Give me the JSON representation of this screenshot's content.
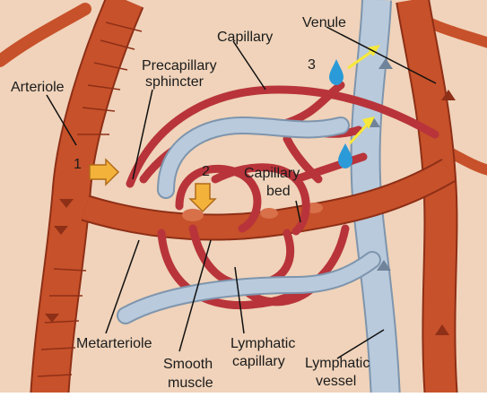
{
  "labels": {
    "arteriole": "Arteriole",
    "capillary": "Capillary",
    "venule": "Venule",
    "precapillary_line1": "Precapillary",
    "precapillary_line2": "sphincter",
    "capillary_bed_line1": "Capillary",
    "capillary_bed_line2": "bed",
    "metarteriole": "Metarteriole",
    "smooth_muscle_line1": "Smooth",
    "smooth_muscle_line2": "muscle",
    "lymphatic_capillary_line1": "Lymphatic",
    "lymphatic_capillary_line2": "capillary",
    "lymphatic_vessel_line1": "Lymphatic",
    "lymphatic_vessel_line2": "vessel"
  },
  "markers": {
    "one": "1",
    "two": "2",
    "three": "3"
  },
  "colors": {
    "tissue": "#f0d3ba",
    "artery": "#c7512a",
    "artery_dark": "#8e2f17",
    "capillary": "#b8343a",
    "lymph": "#b9cadc",
    "lymph_edge": "#7e95ad",
    "arrow_orange": "#f3b23a",
    "arrow_yellow": "#f6e83a",
    "drop": "#2a9ad8"
  }
}
